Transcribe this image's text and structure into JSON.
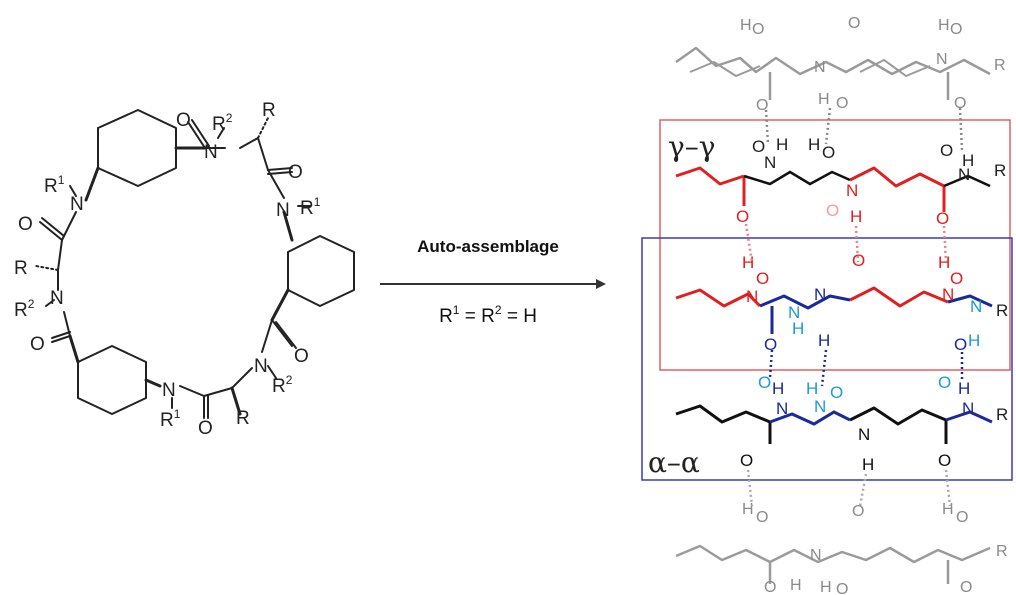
{
  "reaction": {
    "arrow_label": "Auto-assemblage",
    "condition_parts": [
      "R",
      "1",
      " = R",
      "2",
      " = H"
    ]
  },
  "macrocycle": {
    "substituent_R": "R",
    "substituent_R1": "R",
    "sup_1": "1",
    "substituent_R2": "R",
    "sup_2": "2",
    "oxygen": "O",
    "nitrogen": "N"
  },
  "assembly": {
    "gamma_label": "γ–γ",
    "alpha_label": "α–α",
    "atom_O": "O",
    "atom_N": "N",
    "atom_H": "H",
    "atom_R": "R",
    "colors": {
      "red": "#e02020",
      "blue": "#1a2a9a",
      "lightblue": "#1c9bd8",
      "gray": "#9a9a9a",
      "black": "#111111",
      "pink": "#f0a0a0",
      "box_red": "#e06060",
      "box_blue": "#3b3bb0"
    }
  }
}
